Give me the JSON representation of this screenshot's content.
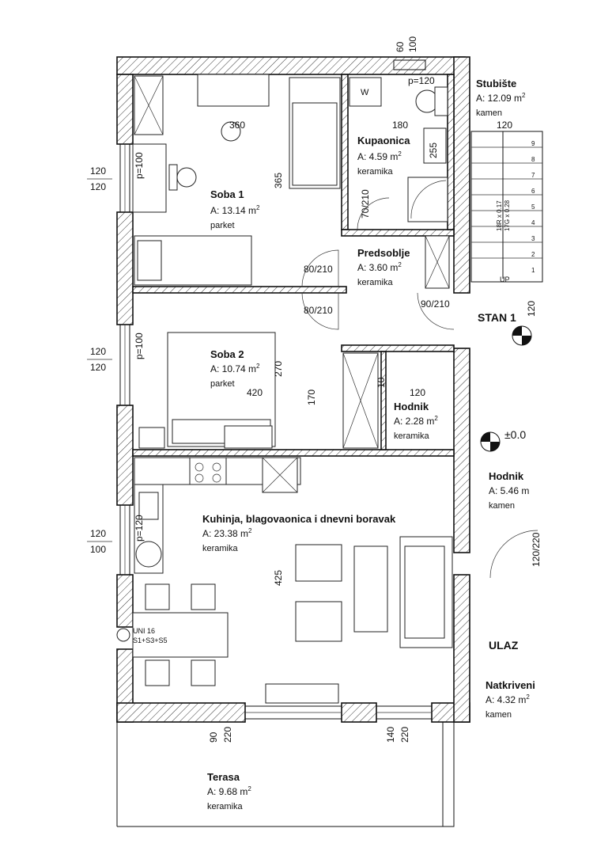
{
  "rooms": {
    "soba1": {
      "name": "Soba 1",
      "area": "A: 13.14",
      "unit": "m",
      "sup": "2",
      "material": "parket"
    },
    "soba2": {
      "name": "Soba 2",
      "area": "A: 10.74",
      "unit": "m",
      "sup": "2",
      "material": "parket"
    },
    "kupaonica": {
      "name": "Kupaonica",
      "area": "A: 4.59",
      "unit": "m",
      "sup": "2",
      "material": "keramika"
    },
    "predsoblje": {
      "name": "Predsoblje",
      "area": "A: 3.60",
      "unit": "m",
      "sup": "2",
      "material": "keramika"
    },
    "hodnik": {
      "name": "Hodnik",
      "area": "A: 2.28",
      "unit": "m",
      "sup": "2",
      "material": "keramika"
    },
    "kuhinja": {
      "name": "Kuhinja, blagovaonica i dnevni boravak",
      "area": "A: 23.38",
      "unit": "m",
      "sup": "2",
      "material": "keramika"
    },
    "terasa": {
      "name": "Terasa",
      "area": "A: 9.68",
      "unit": "m",
      "sup": "2",
      "material": "keramika"
    },
    "stubiste": {
      "name": "Stubište",
      "area": "A: 12.09",
      "unit": "m",
      "sup": "2",
      "material": "kamen"
    },
    "hodnik_ext": {
      "name": "Hodnik",
      "area": "A: 5.46",
      "unit": "m",
      "material": "kamen"
    },
    "natkriveni": {
      "name": "Natkriveni",
      "area": "A: 4.32",
      "unit": "m",
      "sup": "2",
      "material": "kamen"
    }
  },
  "labels": {
    "stan": "STAN 1",
    "ulaz": "ULAZ",
    "level": "±0.0",
    "uni": "UNI 16",
    "uni_sub": "S1+S3+S5",
    "stair_a": "18R x 0.17",
    "stair_b": "17G x 0.28",
    "stair_up": "UP",
    "washer": "W"
  },
  "dimensions": {
    "top_60": "60",
    "top_100": "100",
    "p120": "p=120",
    "d180": "180",
    "d120_stair": "120",
    "d360": "360",
    "d365": "365",
    "d255": "255",
    "d70_210": "70/210",
    "d80_210a": "80/210",
    "d80_210b": "80/210",
    "d90_210": "90/210",
    "d270": "270",
    "d420": "420",
    "d170": "170",
    "d120_hod": "120",
    "d10": "10",
    "d425": "425",
    "w1a": "120",
    "w1b": "120",
    "p100a": "p=100",
    "w2a": "120",
    "w2b": "120",
    "p100b": "p=100",
    "w3a": "120",
    "w3b": "100",
    "p120b": "p=120",
    "b90": "90",
    "b220a": "220",
    "b140": "140",
    "b220b": "220",
    "right120": "120",
    "right120_220": "120/220",
    "stair_nums": [
      "9",
      "8",
      "7",
      "6",
      "5",
      "4",
      "3",
      "2",
      "1"
    ]
  }
}
